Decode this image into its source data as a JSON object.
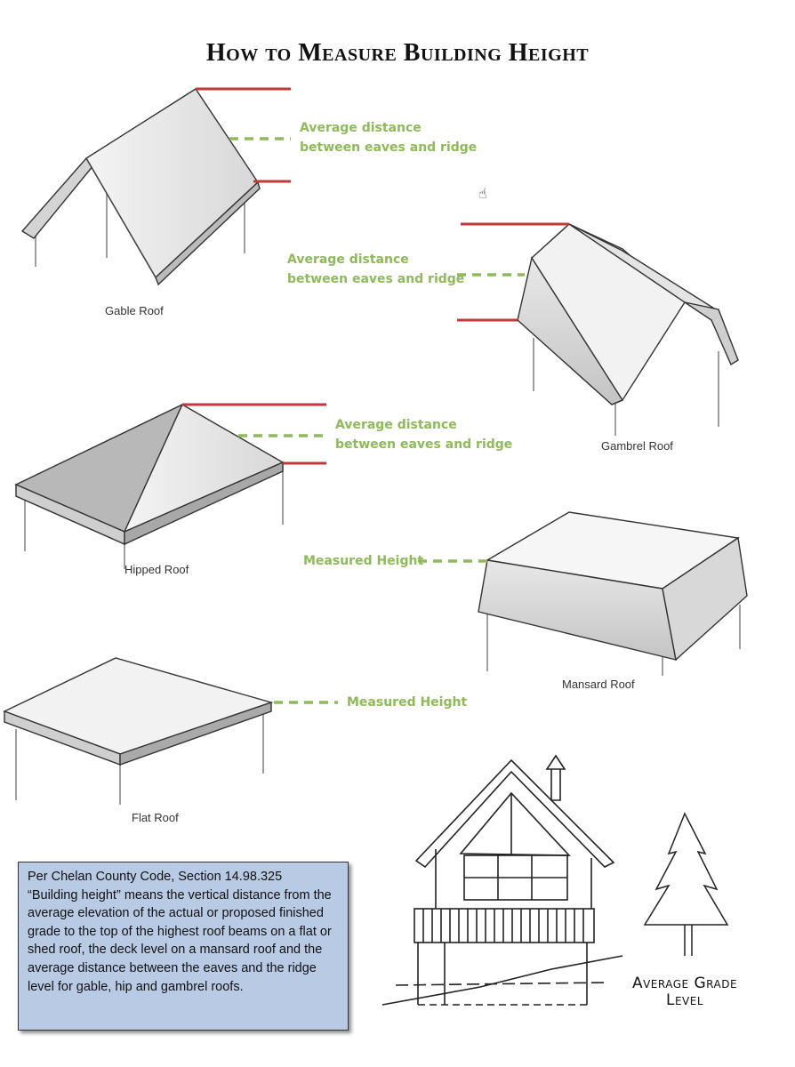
{
  "title": "How to Measure Building Height",
  "labels": {
    "gable_avg_line1": "Average distance",
    "gable_avg_line2": "between eaves and ridge",
    "gambrel_avg_line1": "Average distance",
    "gambrel_avg_line2": "between eaves and ridge",
    "hipped_avg_line1": "Average distance",
    "hipped_avg_line2": "between eaves and ridge",
    "mansard_measured": "Measured Height",
    "flat_measured": "Measured Height"
  },
  "roofs": {
    "gable": "Gable Roof",
    "gambrel": "Gambrel Roof",
    "hipped": "Hipped Roof",
    "mansard": "Mansard Roof",
    "flat": "Flat Roof"
  },
  "note": {
    "line1": "Per Chelan County Code, Section 14.98.325",
    "body": "“Building height” means the vertical distance from the average elevation of the actual or proposed finished grade to the top of the highest roof beams on a flat or shed roof, the deck level on a mansard roof and the average distance between the eaves and the ridge level for gable, hip and gambrel roofs."
  },
  "grade_label": {
    "line1": "Average Grade",
    "line2": "Level"
  },
  "colors": {
    "ridge_line": "#c0393b",
    "measure_dash": "#8fba5a",
    "note_bg": "#b9cbe4"
  }
}
